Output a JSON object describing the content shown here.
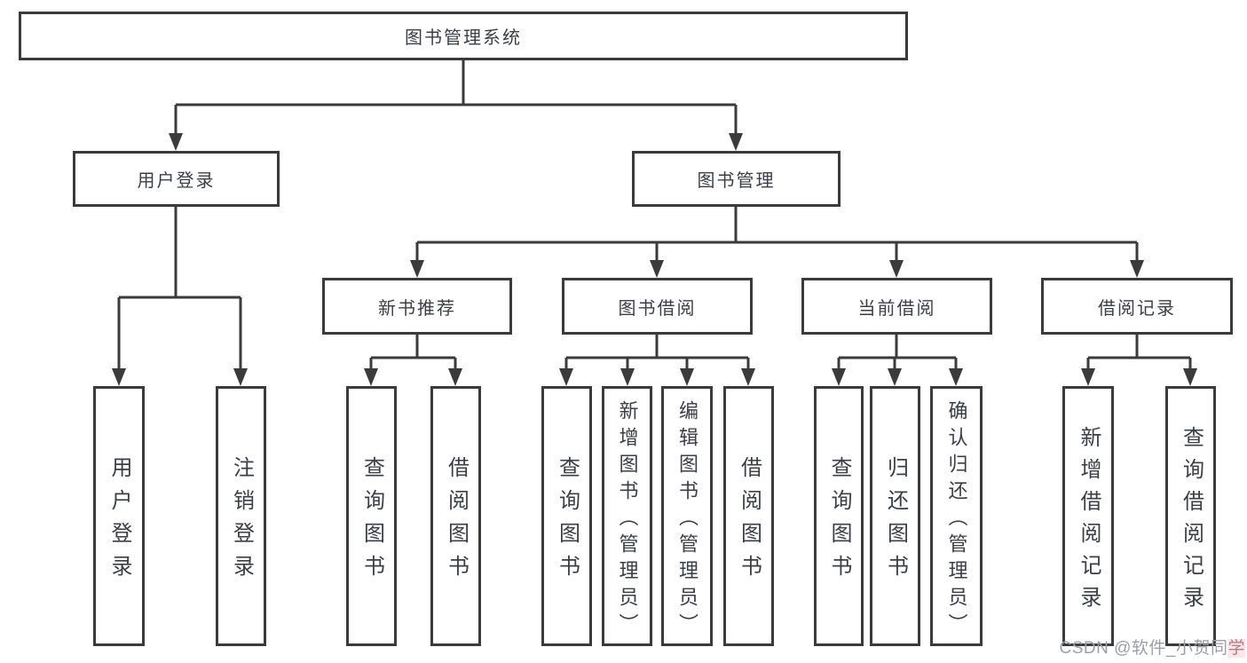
{
  "tree": {
    "root": "图书管理系统",
    "level2": [
      "用户登录",
      "图书管理"
    ],
    "level3": [
      "新书推荐",
      "图书借阅",
      "当前借阅",
      "借阅记录"
    ],
    "leaves": [
      "用户登录",
      "注销登录",
      "查询图书",
      "借阅图书",
      "查询图书",
      "新增图书（管理员）",
      "编辑图书（管理员）",
      "借阅图书",
      "查询图书",
      "归还图书",
      "确认归还（管理员）",
      "新增借阅记录",
      "查询借阅记录"
    ]
  },
  "watermark": {
    "prefix": "CSDN @软件_小贺同",
    "suffix": "学"
  },
  "colors": {
    "line": "#3b3b3b",
    "box_border": "#3b3b3b",
    "text": "#3a3f47",
    "background": "#ffffff",
    "watermark": "#9aa0a6",
    "watermark_accent": "#c2757e"
  }
}
